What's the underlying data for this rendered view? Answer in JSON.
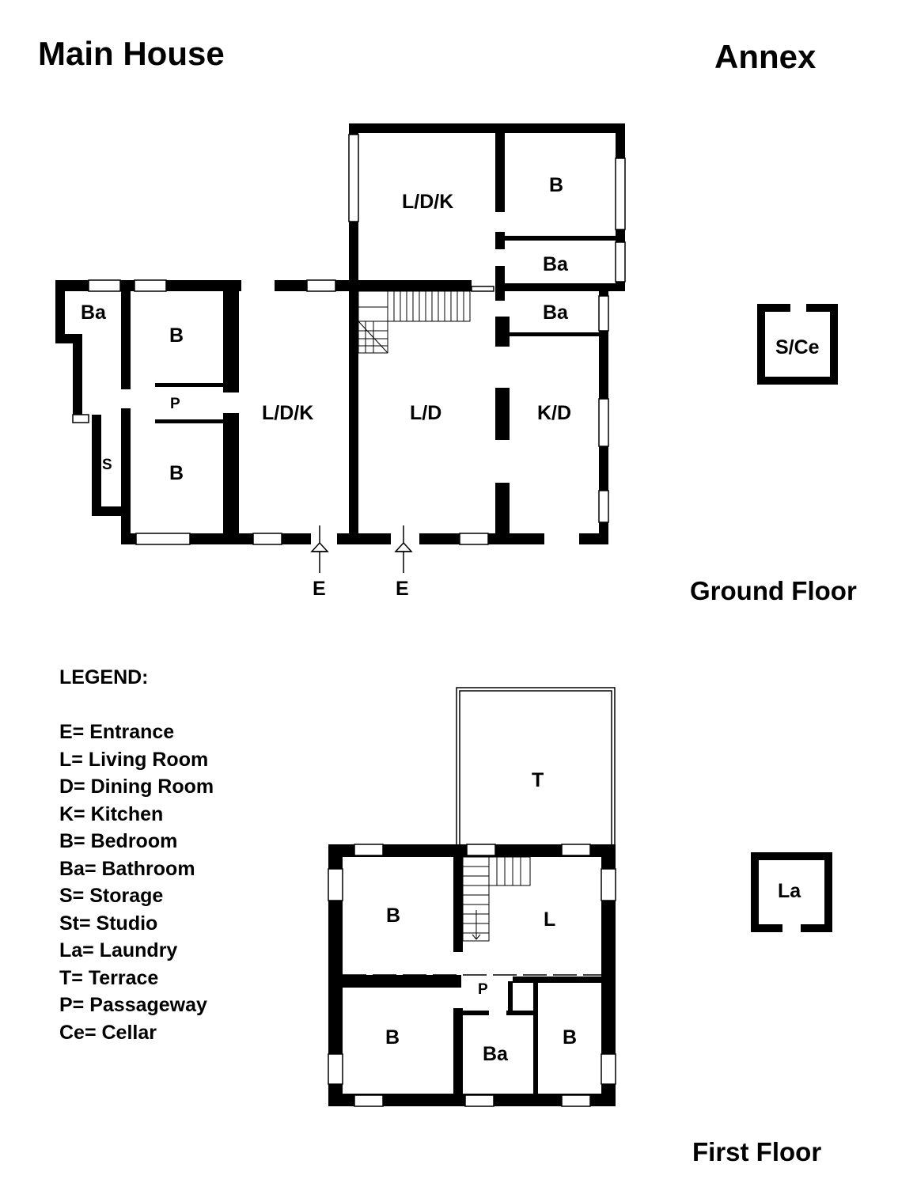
{
  "titles": {
    "main_house": "Main House",
    "annex": "Annex",
    "ground_floor": "Ground Floor",
    "first_floor": "First Floor"
  },
  "ground_floor": {
    "rooms": {
      "ldk_upper": "L/D/K",
      "bedroom_upper": "B",
      "bath_upper": "Ba",
      "bath_right": "Ba",
      "kitchen_dining": "K/D",
      "living_dining": "L/D",
      "ldk_middle": "L/D/K",
      "bath_left": "Ba",
      "bedroom_left_top": "B",
      "passage": "P",
      "bedroom_left_bottom": "B",
      "storage": "S"
    },
    "entrances": [
      "E",
      "E"
    ]
  },
  "first_floor": {
    "rooms": {
      "terrace": "T",
      "bedroom_top_left": "B",
      "living": "L",
      "passage": "P",
      "bedroom_bottom_left": "B",
      "bath": "Ba",
      "bedroom_bottom_right": "B"
    }
  },
  "annex": {
    "ground_room": "S/Ce",
    "first_room": "La"
  },
  "legend": {
    "title": "LEGEND:",
    "items": [
      "E= Entrance",
      "L= Living Room",
      "D= Dining Room",
      "K= Kitchen",
      "B= Bedroom",
      "Ba= Bathroom",
      "S= Storage",
      "St= Studio",
      "La= Laundry",
      "T= Terrace",
      "P= Passageway",
      "Ce= Cellar"
    ]
  }
}
